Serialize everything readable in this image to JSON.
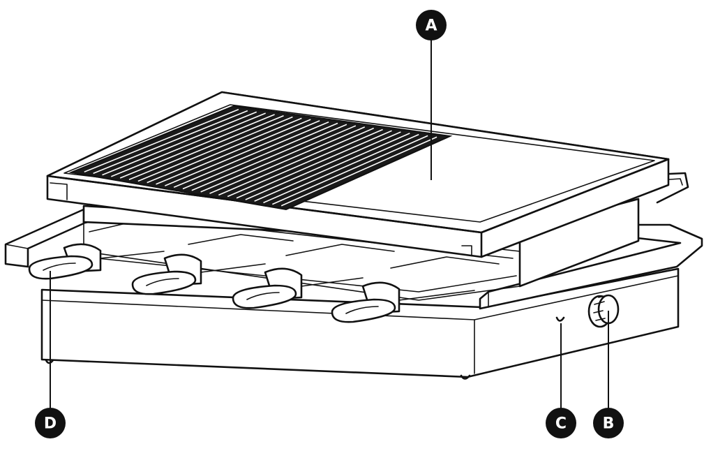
{
  "diagram": {
    "callouts": [
      {
        "id": "A",
        "label": "A"
      },
      {
        "id": "B",
        "label": "B"
      },
      {
        "id": "C",
        "label": "C"
      },
      {
        "id": "D",
        "label": "D"
      }
    ]
  }
}
